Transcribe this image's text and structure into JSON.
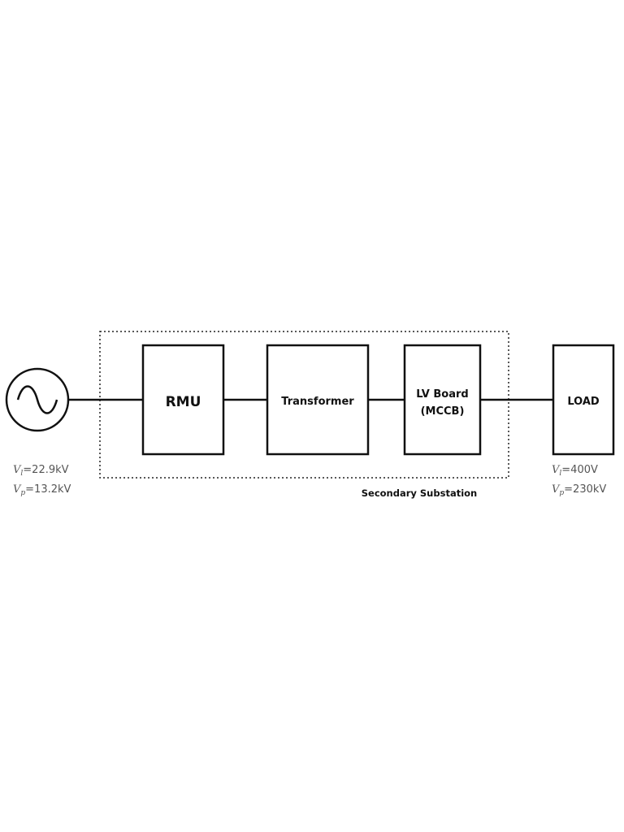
{
  "diagram": {
    "source": {
      "icon": "ac-source-icon",
      "vl_var": "V",
      "vl_sub": "l",
      "vl_value": "=22.9kV",
      "vp_var": "V",
      "vp_sub": "p",
      "vp_value": "=13.2kV"
    },
    "substation_label": "Secondary Substation",
    "blocks": {
      "rmu": "RMU",
      "transformer": "Transformer",
      "lv_board_line1": "LV Board",
      "lv_board_line2": "(MCCB)",
      "load": "LOAD"
    },
    "load_annotations": {
      "vl_var": "V",
      "vl_sub": "l",
      "vl_value": "=400V",
      "vp_var": "V",
      "vp_sub": "p",
      "vp_value": "=230kV"
    }
  }
}
